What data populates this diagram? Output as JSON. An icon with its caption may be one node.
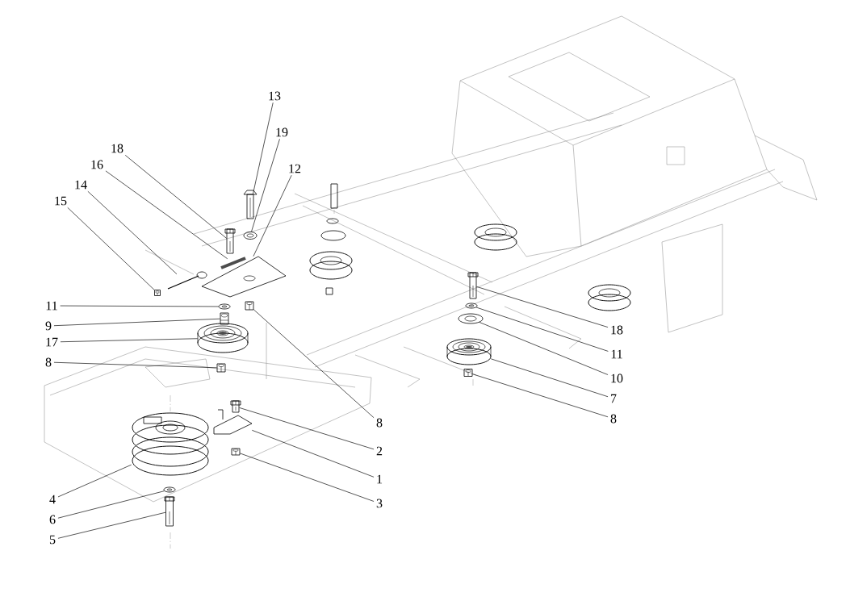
{
  "diagram": {
    "nodes": [
      {
        "text": [
          "13"
        ]
      },
      {
        "text": [
          "19"
        ]
      },
      {
        "text": [
          "18"
        ]
      },
      {
        "text": [
          "16"
        ]
      },
      {
        "text": [
          "12"
        ]
      },
      {
        "text": [
          "14"
        ]
      },
      {
        "text": [
          "15"
        ]
      },
      {
        "text": [
          "11"
        ]
      },
      {
        "text": [
          "9"
        ]
      },
      {
        "text": [
          "17"
        ]
      },
      {
        "text": [
          "8"
        ]
      },
      {
        "text": [
          "18"
        ]
      },
      {
        "text": [
          "11"
        ]
      },
      {
        "text": [
          "10"
        ]
      },
      {
        "text": [
          "7"
        ]
      },
      {
        "text": [
          "8"
        ]
      },
      {
        "text": [
          "8"
        ]
      },
      {
        "text": [
          "2"
        ]
      },
      {
        "text": [
          "1"
        ]
      },
      {
        "text": [
          "3"
        ]
      },
      {
        "text": [
          "4"
        ]
      },
      {
        "text": [
          "6"
        ]
      },
      {
        "text": [
          "5"
        ]
      },
      {
        "text": [],
        "shape": "picture"
      },
      {
        "text": [],
        "shape": "picture"
      },
      {
        "text": [],
        "shape": "picture"
      },
      {
        "text": [],
        "shape": "picture"
      },
      {
        "text": [],
        "shape": "picture"
      },
      {
        "text": [],
        "shape": "picture"
      },
      {
        "text": [],
        "shape": "picture"
      },
      {
        "text": [],
        "shape": "picture"
      },
      {
        "text": [],
        "shape": "picture"
      },
      {
        "text": [],
        "shape": "picture"
      },
      {
        "text": [],
        "shape": "picture"
      },
      {
        "text": [],
        "shape": "picture"
      },
      {
        "text": [],
        "shape": "picture"
      },
      {
        "text": [],
        "shape": "picture"
      },
      {
        "text": [],
        "shape": "picture"
      },
      {
        "text": [],
        "shape": "picture"
      },
      {
        "text": [],
        "shape": "picture"
      },
      {
        "text": [],
        "shape": "picture"
      },
      {
        "text": [],
        "shape": "picture"
      },
      {
        "text": [],
        "shape": "picture"
      },
      {
        "text": [],
        "shape": "picture"
      },
      {
        "text": [],
        "shape": "picture"
      },
      {
        "text": [],
        "shape": "picture"
      }
    ],
    "edges": [
      {
        "from": 0,
        "to": 23,
        "arrow": "none"
      },
      {
        "from": 1,
        "to": 24,
        "arrow": "none"
      },
      {
        "from": 2,
        "to": 25,
        "arrow": "none"
      },
      {
        "from": 3,
        "to": 26,
        "arrow": "none"
      },
      {
        "from": 4,
        "to": 27,
        "arrow": "none"
      },
      {
        "from": 5,
        "to": 28,
        "arrow": "none"
      },
      {
        "from": 6,
        "to": 29,
        "arrow": "none"
      },
      {
        "from": 7,
        "to": 30,
        "arrow": "none"
      },
      {
        "from": 8,
        "to": 31,
        "arrow": "none"
      },
      {
        "from": 9,
        "to": 32,
        "arrow": "none"
      },
      {
        "from": 10,
        "to": 33,
        "arrow": "none"
      },
      {
        "from": 11,
        "to": 34,
        "arrow": "none"
      },
      {
        "from": 12,
        "to": 35,
        "arrow": "none"
      },
      {
        "from": 13,
        "to": 36,
        "arrow": "none"
      },
      {
        "from": 14,
        "to": 37,
        "arrow": "none"
      },
      {
        "from": 15,
        "to": 38,
        "arrow": "none"
      },
      {
        "from": 16,
        "to": 39,
        "arrow": "none"
      },
      {
        "from": 17,
        "to": 40,
        "arrow": "none"
      },
      {
        "from": 18,
        "to": 41,
        "arrow": "none"
      },
      {
        "from": 19,
        "to": 42,
        "arrow": "none"
      },
      {
        "from": 20,
        "to": 43,
        "arrow": "none"
      },
      {
        "from": 21,
        "to": 44,
        "arrow": "none"
      },
      {
        "from": 22,
        "to": 45,
        "arrow": "none"
      }
    ]
  }
}
